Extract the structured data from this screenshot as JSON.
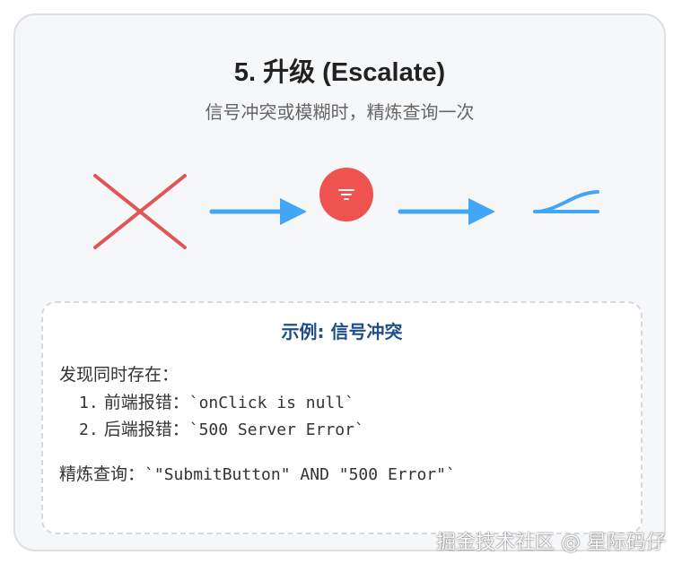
{
  "card": {
    "title": "5. 升级 (Escalate)",
    "subtitle": "信号冲突或模糊时，精炼查询一次"
  },
  "flow": {
    "steps": [
      {
        "icon": "cross-icon",
        "color": "#e05555"
      },
      {
        "icon": "arrow-right-icon",
        "color": "#42a5f5"
      },
      {
        "icon": "filter-icon",
        "color": "#ef5350"
      },
      {
        "icon": "arrow-right-icon",
        "color": "#42a5f5"
      },
      {
        "icon": "rising-curve-icon",
        "color": "#42a5f5"
      }
    ]
  },
  "example": {
    "title": "示例: 信号冲突",
    "intro": "发现同时存在：",
    "items": [
      {
        "num": "1.",
        "label": "前端报错：",
        "code": "`onClick is null`"
      },
      {
        "num": "2.",
        "label": "后端报错：",
        "code": "`500 Server Error`"
      }
    ],
    "refined_label": "精炼查询：",
    "refined_code": "`\"SubmitButton\" AND \"500 Error\"`"
  },
  "watermark": "掘金技术社区 @ 星际码仔",
  "colors": {
    "title": "#222222",
    "subtitle": "#666666",
    "example_title": "#1f4e8c",
    "cross": "#e05555",
    "arrow": "#42a5f5",
    "filter_circle": "#ef5350"
  }
}
